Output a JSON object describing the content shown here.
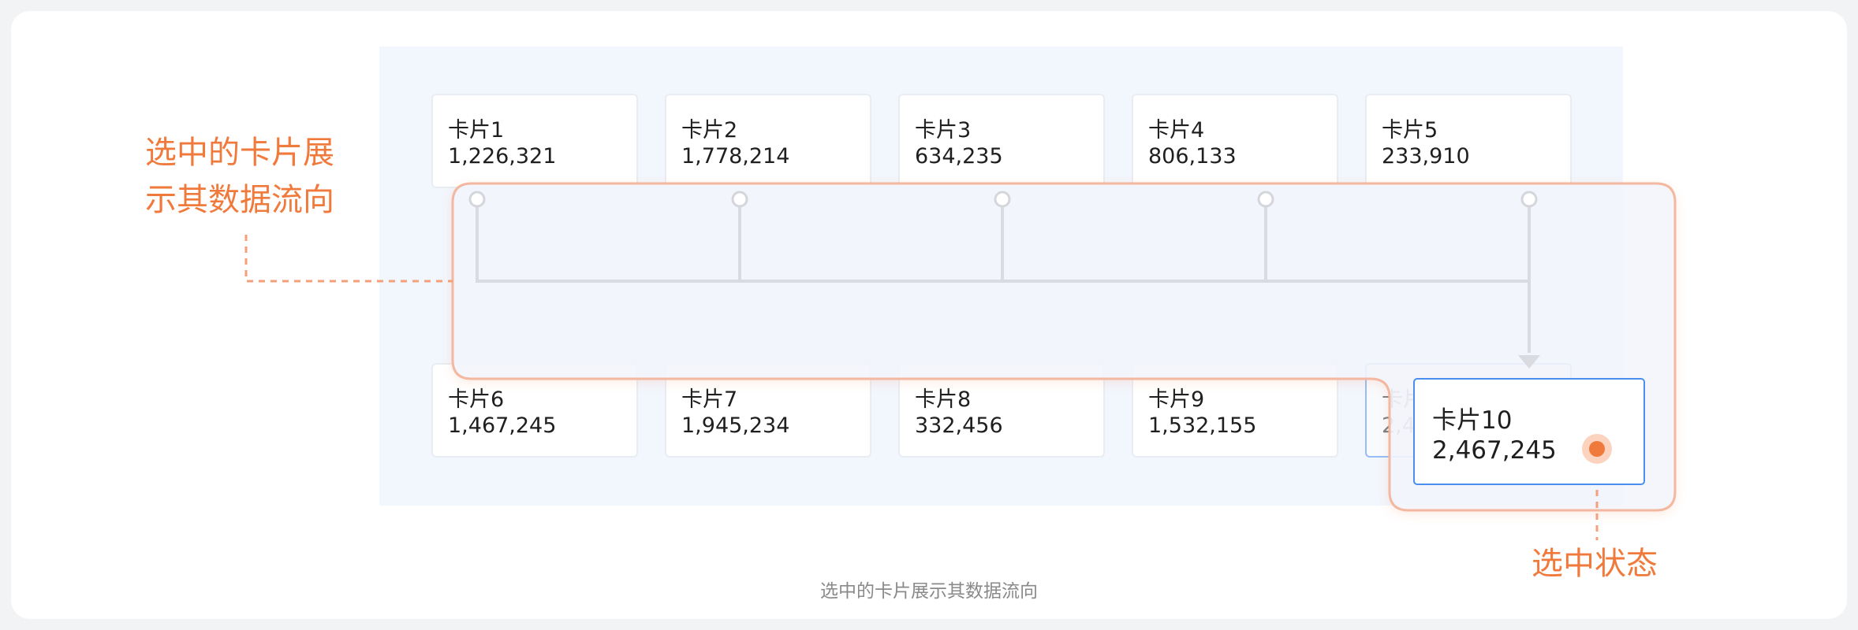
{
  "cards_top": [
    {
      "name": "卡片1",
      "value": "1,226,321"
    },
    {
      "name": "卡片2",
      "value": "1,778,214"
    },
    {
      "name": "卡片3",
      "value": "634,235"
    },
    {
      "name": "卡片4",
      "value": "806,133"
    },
    {
      "name": "卡片5",
      "value": "233,910"
    }
  ],
  "cards_bottom": [
    {
      "name": "卡片6",
      "value": "1,467,245"
    },
    {
      "name": "卡片7",
      "value": "1,945,234"
    },
    {
      "name": "卡片8",
      "value": "332,456"
    },
    {
      "name": "卡片9",
      "value": "1,532,155"
    },
    {
      "name": "卡片10",
      "value": "2,467,245"
    }
  ],
  "zoomed_card": {
    "name": "卡片10",
    "value": "2,467,245"
  },
  "annotations": {
    "left": "选中的卡片展示其数据流向",
    "right": "选中状态"
  },
  "caption": "选中的卡片展示其数据流向",
  "colors": {
    "accent": "#f07a3c",
    "selected_border": "#4a8ef0",
    "callout_border": "#f4b7a0"
  }
}
